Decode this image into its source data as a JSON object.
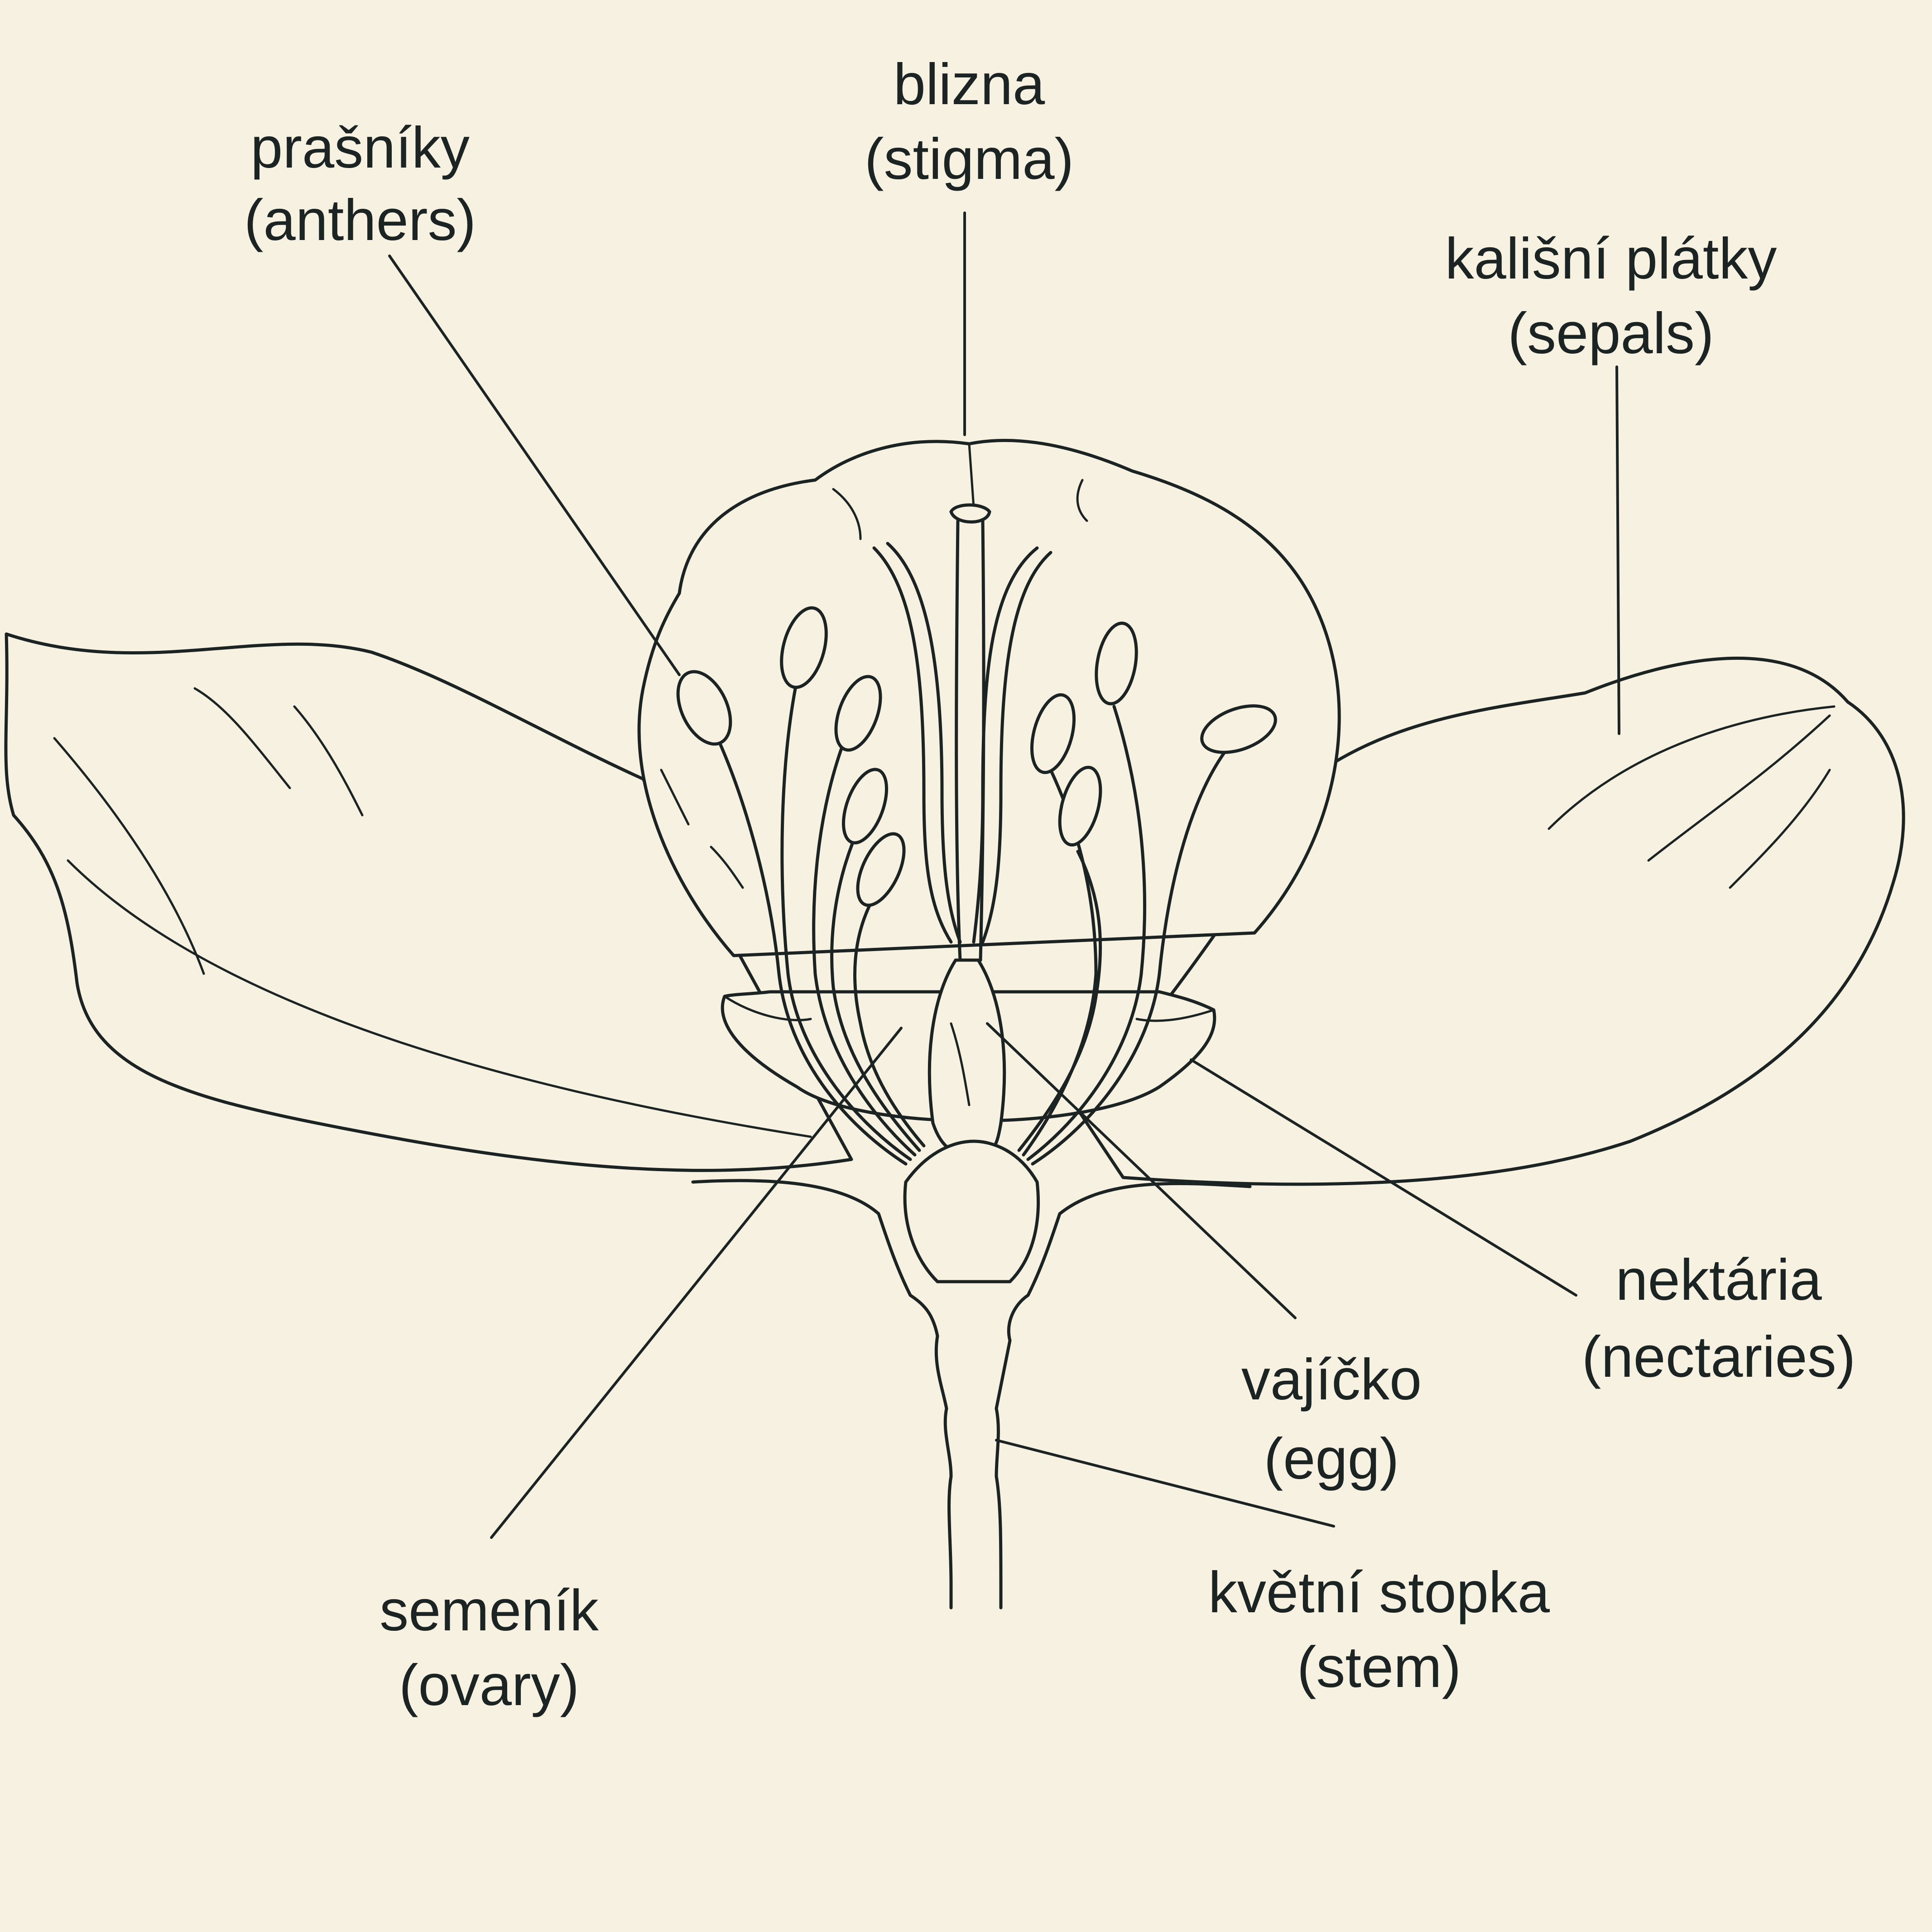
{
  "labels": {
    "anthers": {
      "line1": "prašníky",
      "line2": "(anthers)"
    },
    "stigma": {
      "line1": "blizna",
      "line2": "(stigma)"
    },
    "sepals": {
      "line1": "kališní plátky",
      "line2": "(sepals)"
    },
    "nectaries": {
      "line1": "nektária",
      "line2": "(nectaries)"
    },
    "egg": {
      "line1": "vajíčko",
      "line2": "(egg)"
    },
    "ovary": {
      "line1": "semeník",
      "line2": "(ovary)"
    },
    "stem": {
      "line1": "květní stopka",
      "line2": "(stem)"
    }
  },
  "colors": {
    "background": "#f7f1e1",
    "ink": "#1c2323"
  }
}
